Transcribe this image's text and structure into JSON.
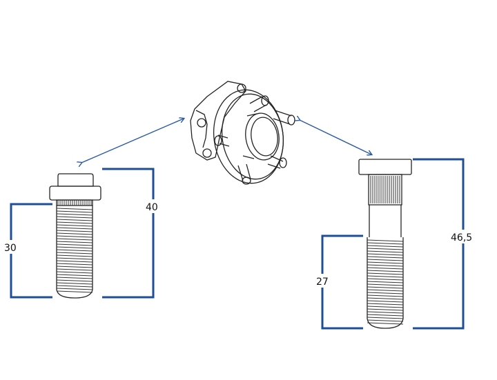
{
  "diagram": {
    "left_stud": {
      "dimensions": {
        "shank": "30",
        "overall": "40"
      }
    },
    "right_stud": {
      "dimensions": {
        "thread": "27",
        "overall": "46,5"
      }
    },
    "hub": {
      "lugs": 5
    },
    "colors": {
      "dimension": "#1f4e99",
      "arrow": "#2a5aa6",
      "outline": "#222222"
    }
  }
}
